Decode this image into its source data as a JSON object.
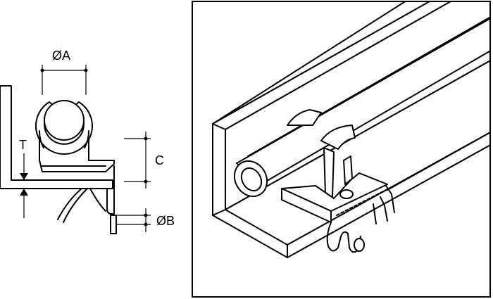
{
  "dimensions": {
    "bore_diameter": "ØA",
    "height": "C",
    "wire_diameter": "ØB",
    "flange_thickness": "T"
  },
  "colors": {
    "line": "#000000",
    "background": "#ffffff",
    "surface": "#f0f0f0"
  },
  "panels": [
    "cross-section-drawing",
    "isometric-installation-view"
  ]
}
